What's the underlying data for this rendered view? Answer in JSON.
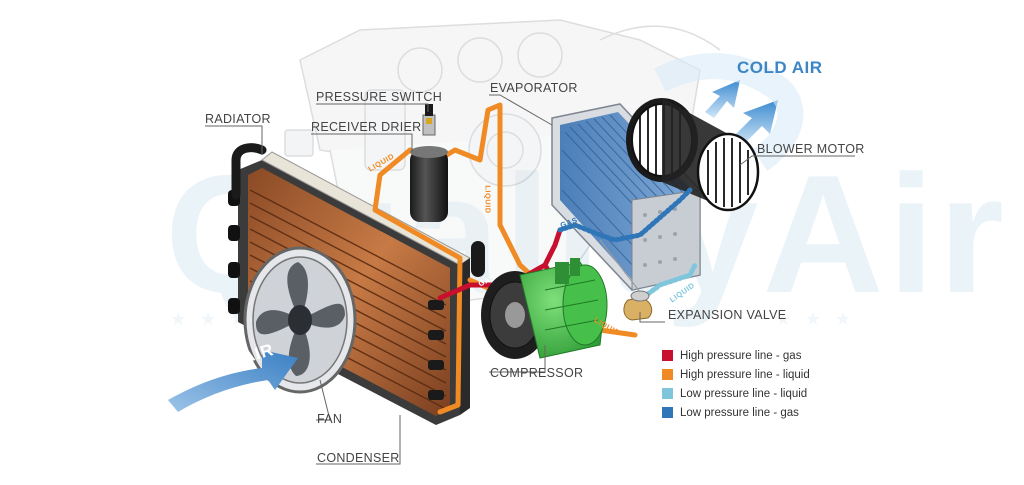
{
  "watermark": "QualityAir",
  "labels": {
    "radiator": "RADIATOR",
    "pressure_switch": "PRESSURE SWITCH",
    "receiver_drier": "RECEIVER DRIER",
    "evaporator": "EVAPORATOR",
    "blower_motor": "BLOWER MOTOR",
    "expansion_valve": "EXPANSION VALVE",
    "compressor": "COMPRESSOR",
    "fan": "FAN",
    "condenser": "CONDENSER"
  },
  "airflow": {
    "cold_air": "COLD AIR",
    "air": "AIR"
  },
  "line_tags": {
    "liquid_1": "LIQUID",
    "liquid_2": "LIQUID",
    "liquid_3": "LIQUID",
    "liquid_4": "LIQUID",
    "gas_1": "GAS",
    "gas_2": "GAS"
  },
  "legend": [
    {
      "label": "High pressure line - gas",
      "color": "#c8102e"
    },
    {
      "label": "High pressure line - liquid",
      "color": "#f08a24"
    },
    {
      "label": "Low pressure line - liquid",
      "color": "#7fc6dc"
    },
    {
      "label": "Low pressure line -  gas",
      "color": "#2f76b8"
    }
  ],
  "colors": {
    "high_gas": "#c8102e",
    "high_liquid": "#f08a24",
    "low_liquid": "#7fc6dc",
    "low_gas": "#2f76b8",
    "compressor": "#3fbf3f",
    "condenser_fin": "#b0683a",
    "evaporator_fin": "#5d8fc6"
  }
}
